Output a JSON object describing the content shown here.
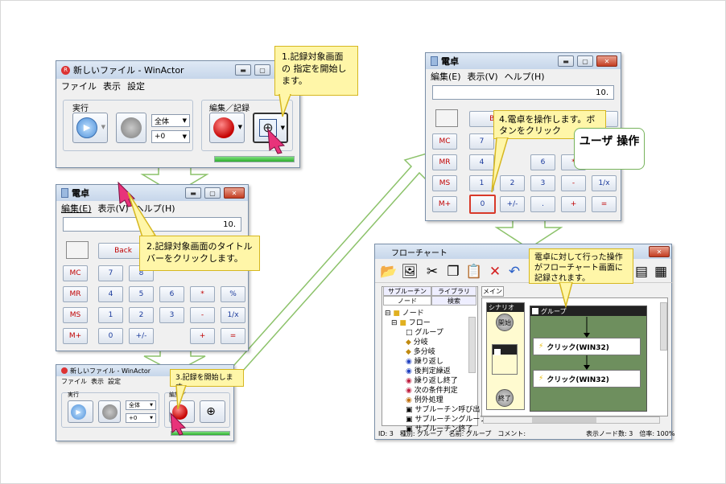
{
  "winactor_top": {
    "title": "新しいファイル - WinActor",
    "menu": [
      "ファイル",
      "表示",
      "設定"
    ],
    "group_run": "実行",
    "group_edit": "編集／記録",
    "select_all": "全体",
    "select_offset": "+0"
  },
  "calc_mid": {
    "title": "電卓",
    "menu": [
      "編集(E)",
      "表示(V)",
      "ヘルプ(H)"
    ],
    "display": "10.",
    "buttons": [
      "Back",
      "MC",
      "7",
      "8",
      "MR",
      "4",
      "5",
      "6",
      "*",
      "%",
      "MS",
      "1",
      "2",
      "3",
      "-",
      "1/x",
      "M+",
      "0",
      "+/-",
      "+",
      "="
    ]
  },
  "winactor_small": {
    "title": "新しいファイル - WinActor",
    "menu": [
      "ファイル",
      "表示",
      "設定"
    ],
    "group_run": "実行",
    "group_edit": "編集／",
    "select_all": "全体",
    "select_offset": "+0"
  },
  "calc_top": {
    "title": "電卓",
    "menu": [
      "編集(E)",
      "表示(V)",
      "ヘルプ(H)"
    ],
    "display": "10.",
    "buttons": [
      "Ba",
      "MC",
      "7",
      "MR",
      "4",
      "6",
      "*",
      "MS",
      "1",
      "2",
      "3",
      "-",
      "1/x",
      "M+",
      "0",
      "+/-",
      ".",
      "+",
      "="
    ]
  },
  "flowchart": {
    "title": "フローチャート",
    "tabs_top": [
      "サブルーチン",
      "ライブラリ"
    ],
    "tabs_bottom": [
      "ノード",
      "検索"
    ],
    "tab_main": "メイン",
    "tree": [
      "ノード",
      "フロー",
      "グループ",
      "分岐",
      "多分岐",
      "繰り返し",
      "後判定繰返",
      "繰り返し終了",
      "次の条件判定",
      "例外処理",
      "サブルーチン呼び出し",
      "サブルーチングループ",
      "サブルーチン終了"
    ],
    "scenario_label": "シナリオ",
    "start_label": "開始",
    "end_label": "終了",
    "group_label": "グループ",
    "node1": "クリック(WIN32)",
    "node2": "クリック(WIN32)",
    "status_left": "ID: 3　種別: グループ　名前: グループ　コメント:",
    "status_right": "表示ノード数: 3　倍率: 100%"
  },
  "callouts": {
    "c1": "1.記録対象画面の 指定を開始します。",
    "c2": "2.記録対象画面のタイトルバーをクリックします。",
    "c3": "3.記録を開始します。",
    "c4": "4.電卓を操作します。ボタンをクリック",
    "c5": "電卓に対して行った操作がフローチャート画面に記録されます。",
    "user_op": "ユーザ 操作"
  }
}
